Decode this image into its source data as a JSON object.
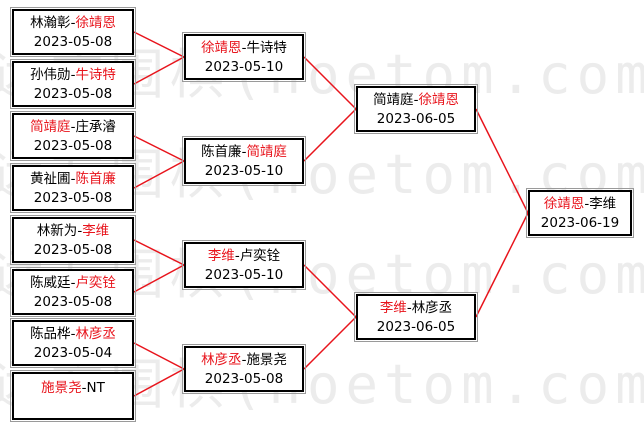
{
  "watermark": {
    "text": "远方围棋(hoetom.com)"
  },
  "colors": {
    "winner": "#e8141c",
    "connector": "#e8141c",
    "text": "#000000",
    "border": "#000000"
  },
  "round1": [
    {
      "p1": "林瀚彰",
      "sep": "-",
      "p2": "徐靖恩",
      "winner": 2,
      "date": "2023-05-08"
    },
    {
      "p1": "孙伟勋",
      "sep": "-",
      "p2": "牛诗特",
      "winner": 2,
      "date": "2023-05-08"
    },
    {
      "p1": "简靖庭",
      "sep": "-",
      "p2": "庄承濬",
      "winner": 1,
      "date": "2023-05-08"
    },
    {
      "p1": "黄祉圃",
      "sep": "-",
      "p2": "陈首廉",
      "winner": 2,
      "date": "2023-05-08"
    },
    {
      "p1": "林新为",
      "sep": "-",
      "p2": "李维",
      "winner": 2,
      "date": "2023-05-08"
    },
    {
      "p1": "陈威廷",
      "sep": "-",
      "p2": "卢奕铨",
      "winner": 2,
      "date": "2023-05-08"
    },
    {
      "p1": "陈品桦",
      "sep": "-",
      "p2": "林彦丞",
      "winner": 2,
      "date": "2023-05-04"
    },
    {
      "p1": "施景尧",
      "sep": "-",
      "p2": "NT",
      "winner": 1,
      "date": ""
    }
  ],
  "round2": [
    {
      "p1": "徐靖恩",
      "sep": "-",
      "p2": "牛诗特",
      "winner": 1,
      "date": "2023-05-10"
    },
    {
      "p1": "陈首廉",
      "sep": "-",
      "p2": "简靖庭",
      "winner": 2,
      "date": "2023-05-10"
    },
    {
      "p1": "李维",
      "sep": "-",
      "p2": "卢奕铨",
      "winner": 1,
      "date": "2023-05-10"
    },
    {
      "p1": "林彦丞",
      "sep": "-",
      "p2": "施景尧",
      "winner": 1,
      "date": "2023-05-08"
    }
  ],
  "round3": [
    {
      "p1": "简靖庭",
      "sep": "-",
      "p2": "徐靖恩",
      "winner": 2,
      "date": "2023-06-05"
    },
    {
      "p1": "李维",
      "sep": "-",
      "p2": "林彦丞",
      "winner": 1,
      "date": "2023-06-05"
    }
  ],
  "final": [
    {
      "p1": "徐靖恩",
      "sep": "-",
      "p2": "李维",
      "winner": 1,
      "date": "2023-06-19"
    }
  ]
}
